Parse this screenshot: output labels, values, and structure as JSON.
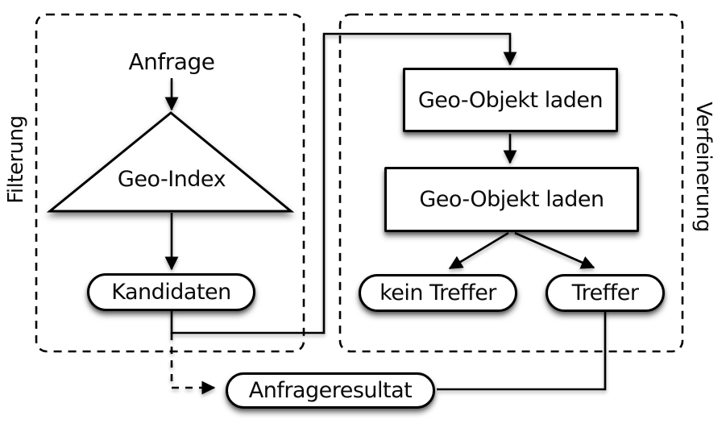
{
  "diagram": {
    "groups": {
      "filtering": {
        "label": "Filterung"
      },
      "refinement": {
        "label": "Verfeinerung"
      }
    },
    "nodes": {
      "anfrage": {
        "label": "Anfrage",
        "shape": "text"
      },
      "geo_index": {
        "label": "Geo-Index",
        "shape": "triangle"
      },
      "kandidaten": {
        "label": "Kandidaten",
        "shape": "pill"
      },
      "geo_objekt_laden_1": {
        "label": "Geo-Objekt laden",
        "shape": "rect"
      },
      "geo_objekt_laden_2": {
        "label": "Geo-Objekt laden",
        "shape": "rect"
      },
      "kein_treffer": {
        "label": "kein Treffer",
        "shape": "pill"
      },
      "treffer": {
        "label": "Treffer",
        "shape": "pill"
      },
      "anfrageresultat": {
        "label": "Anfrageresultat",
        "shape": "pill"
      }
    },
    "edges": [
      {
        "from": "anfrage",
        "to": "geo_index",
        "style": "solid-arrow"
      },
      {
        "from": "geo_index",
        "to": "kandidaten",
        "style": "solid-arrow"
      },
      {
        "from": "kandidaten",
        "to": "geo_objekt_laden_1",
        "style": "solid-arrow"
      },
      {
        "from": "geo_objekt_laden_1",
        "to": "geo_objekt_laden_2",
        "style": "solid-arrow"
      },
      {
        "from": "geo_objekt_laden_2",
        "to": "kein_treffer",
        "style": "solid-arrow"
      },
      {
        "from": "geo_objekt_laden_2",
        "to": "treffer",
        "style": "solid-arrow"
      },
      {
        "from": "kandidaten",
        "to": "anfrageresultat",
        "style": "dashed-arrow"
      },
      {
        "from": "treffer",
        "to": "anfrageresultat",
        "style": "solid-line"
      }
    ],
    "colors": {
      "stroke": "#000000",
      "fill": "#ffffff",
      "shadow": "rgba(0,0,0,0.5)"
    }
  }
}
